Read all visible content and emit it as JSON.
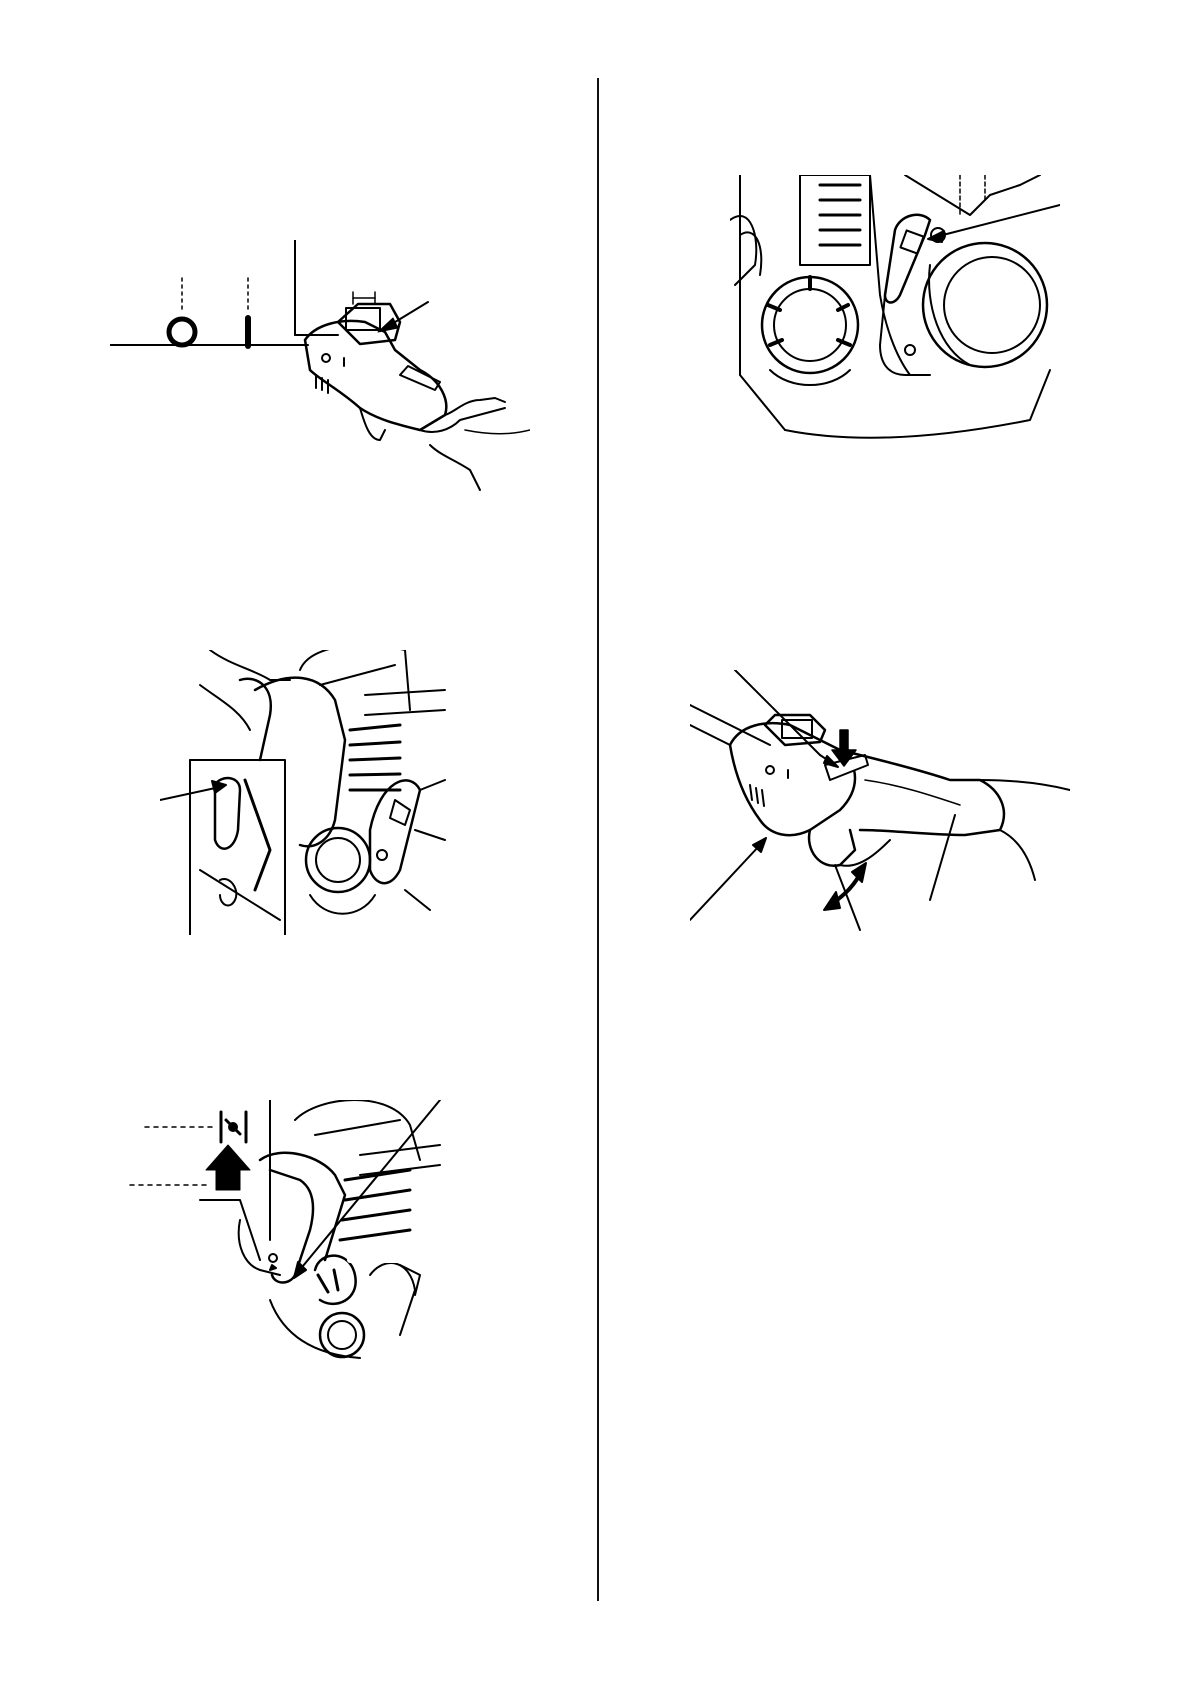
{
  "page": {
    "figures": [
      {
        "id": "switch",
        "symbols": [
          "O",
          "I"
        ]
      },
      {
        "id": "primer"
      },
      {
        "id": "choke_body"
      },
      {
        "id": "throttle"
      },
      {
        "id": "choke_lever"
      }
    ]
  },
  "colors": {
    "ink": "#000000",
    "paper": "#ffffff",
    "shade": "#b3b3b3"
  },
  "icons": [
    "off-symbol-icon",
    "on-symbol-icon",
    "choke-symbol-icon",
    "up-arrow-icon",
    "down-arrow-icon",
    "double-arrow-icon"
  ]
}
